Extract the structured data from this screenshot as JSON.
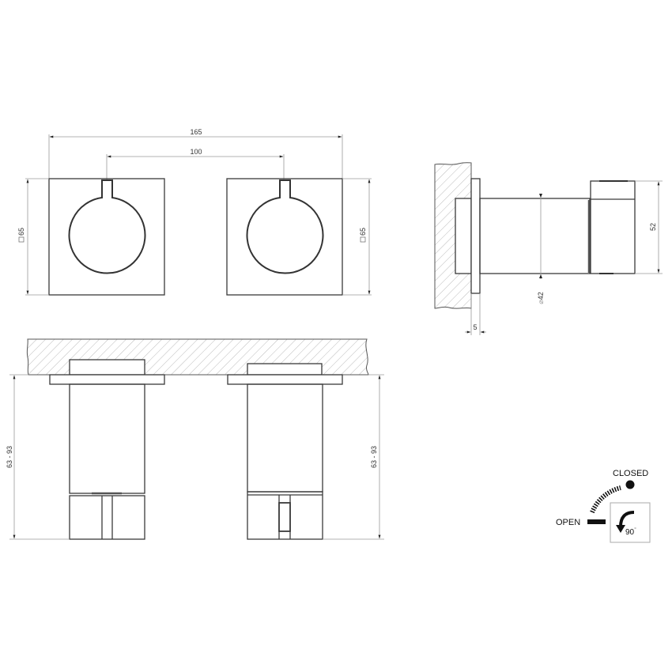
{
  "drawing": {
    "front_view": {
      "overall_width": "165",
      "handle_spacing": "100",
      "left_plate_size": "65",
      "right_plate_size": "65",
      "square_symbol": "□"
    },
    "side_view": {
      "plate_thickness": "5",
      "body_diameter": "42",
      "diameter_symbol": "⌀",
      "handle_height": "52"
    },
    "top_view": {
      "left_depth_range": "63 - 93",
      "right_depth_range": "63 - 93"
    },
    "rotation_legend": {
      "closed_label": "CLOSED",
      "open_label": "OPEN",
      "angle": "90",
      "degree_symbol": "°",
      "icon": "rotate-counterclockwise-arrow-icon"
    },
    "colors": {
      "line": "#3a3a3a",
      "dimension": "#9a9a9a",
      "background": "#ffffff"
    }
  }
}
